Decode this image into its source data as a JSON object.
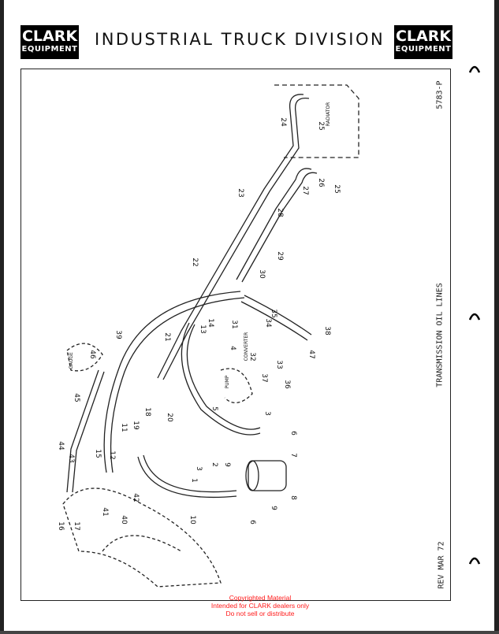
{
  "header": {
    "logo_line1": "CLARK",
    "logo_line2": "EQUIPMENT",
    "title": "INDUSTRIAL TRUCK DIVISION"
  },
  "sidebar": {
    "part_code": "5783-P",
    "caption": "TRANSMISSION OIL LINES",
    "revision": "REV MAR 72"
  },
  "diagram": {
    "component_labels": [
      "RADIATOR",
      "CONVERTER",
      "PUMP",
      "GAUGE"
    ],
    "callouts": [
      "24",
      "25",
      "23",
      "26",
      "27",
      "25",
      "28",
      "29",
      "22",
      "30",
      "31",
      "35",
      "34",
      "14",
      "13",
      "21",
      "39",
      "38",
      "4",
      "32",
      "47",
      "33",
      "46",
      "37",
      "36",
      "45",
      "5",
      "18",
      "20",
      "3",
      "11",
      "19",
      "6",
      "44",
      "15",
      "43",
      "12",
      "7",
      "2",
      "9",
      "3",
      "1",
      "42",
      "8",
      "41",
      "40",
      "6",
      "9",
      "16",
      "17",
      "10"
    ]
  },
  "footer": {
    "copyright_lines": [
      "Copyrighted Material",
      "Intended for CLARK dealers only",
      "Do not sell or distribute"
    ]
  }
}
